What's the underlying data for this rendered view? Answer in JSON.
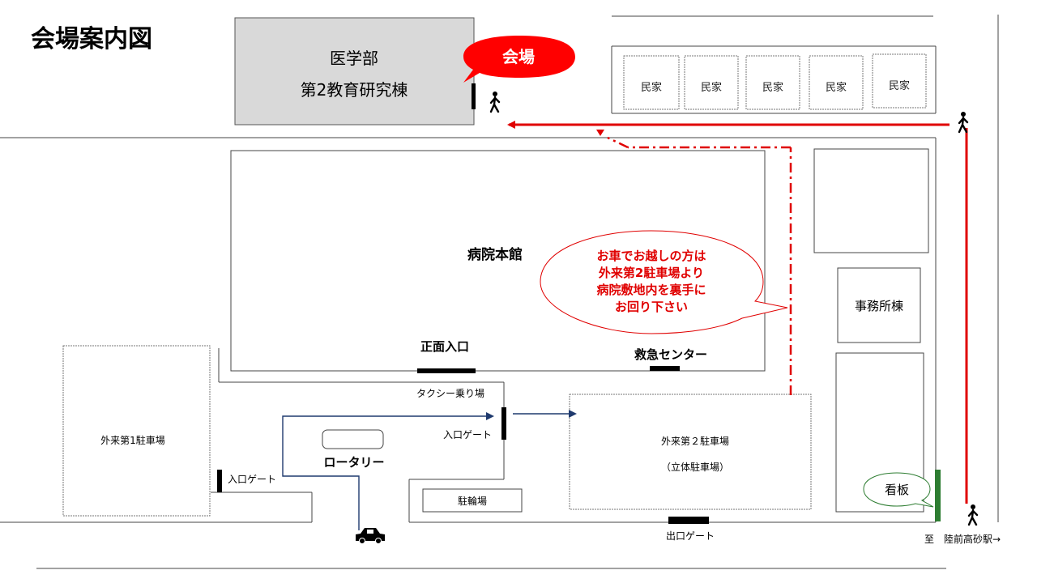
{
  "title": "会場案内図",
  "buildings": {
    "medical_line1": "医学部",
    "medical_line2": "第2教育研究棟",
    "main_hospital": "病院本館",
    "office": "事務所棟",
    "parking1": "外来第1駐車場",
    "parking2_line1": "外来第２駐車場",
    "parking2_line2": "（立体駐車場）",
    "bicycle": "駐輪場",
    "rotary": "ロータリー",
    "houses": [
      "民家",
      "民家",
      "民家",
      "民家",
      "民家"
    ]
  },
  "labels": {
    "main_entrance": "正面入口",
    "emergency": "救急センター",
    "taxi": "タクシー乗り場",
    "entry_gate": "入口ゲート",
    "entry_gate_left": "入口ゲート",
    "exit_gate": "出口ゲート",
    "station": "至　陸前高砂駅→"
  },
  "callouts": {
    "venue": "会場",
    "car_line1": "お車でお越しの方は",
    "car_line2": "外来第2駐車場より",
    "car_line3": "病院敷地内を裏手に",
    "car_line4": "お回り下さい",
    "signboard": "看板"
  },
  "colors": {
    "route_red": "#e00000",
    "car_route_blue": "#1f3a6e",
    "building_gray": "#d9d9d9",
    "signboard_green": "#2e7d32"
  }
}
